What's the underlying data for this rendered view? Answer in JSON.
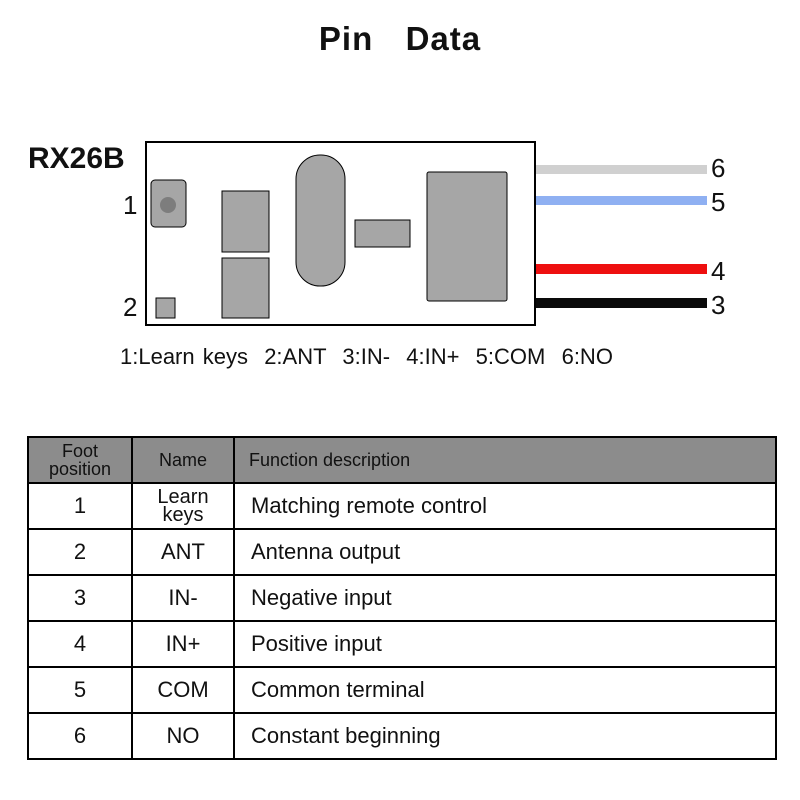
{
  "title": "Pin  Data",
  "module": {
    "name": "RX26B",
    "left_pin_numbers": [
      "1",
      "2"
    ],
    "wires": [
      {
        "number": "6",
        "color": "#d0d0d0"
      },
      {
        "number": "5",
        "color": "#8fb0f2"
      },
      {
        "number": "4",
        "color": "#ee0f0f"
      },
      {
        "number": "3",
        "color": "#0a0a0a"
      }
    ],
    "component_color": "#a6a6a6",
    "board_color": "#ffffff"
  },
  "legend": "1:Learn keys  2:ANT  3:IN-  4:IN+  5:COM  6:NO",
  "table": {
    "header": {
      "foot_position_line1": "Foot",
      "foot_position_line2": "position",
      "name": "Name",
      "function": "Function description",
      "background": "#8c8c8c"
    },
    "rows": [
      {
        "pos": "1",
        "name_line1": "Learn",
        "name_line2": "keys",
        "function": "Matching remote control"
      },
      {
        "pos": "2",
        "name": "ANT",
        "function": "Antenna output"
      },
      {
        "pos": "3",
        "name": "IN-",
        "function": "Negative input"
      },
      {
        "pos": "4",
        "name": "IN+",
        "function": "Positive input"
      },
      {
        "pos": "5",
        "name": "COM",
        "function": "Common terminal"
      },
      {
        "pos": "6",
        "name": "NO",
        "function": "Constant beginning"
      }
    ]
  }
}
